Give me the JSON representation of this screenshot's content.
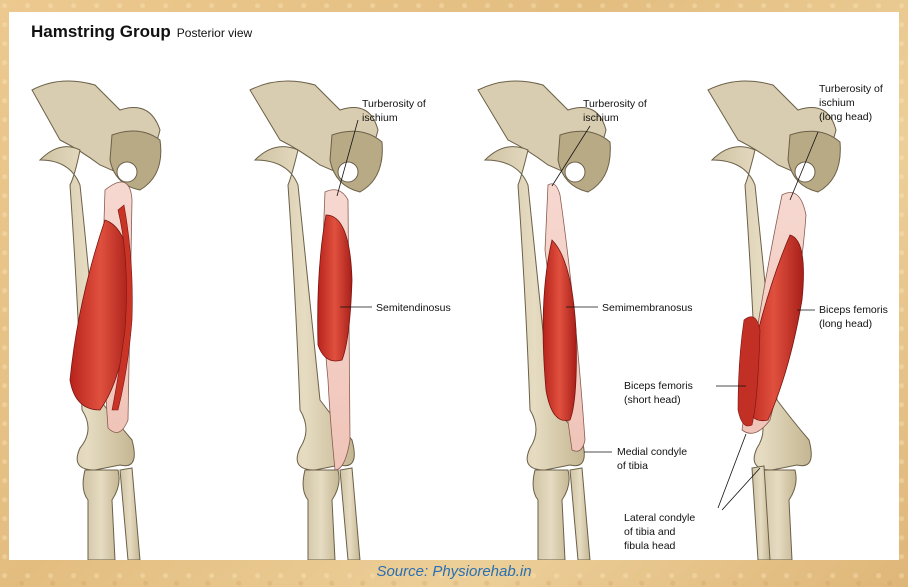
{
  "title": {
    "main": "Hamstring Group",
    "sub": "Posterior view"
  },
  "labels": {
    "leg2": {
      "turberosity_line1": "Turberosity of",
      "turberosity_line2": "ischium",
      "muscle": "Semitendinosus"
    },
    "leg3": {
      "turberosity_line1": "Turberosity of",
      "turberosity_line2": "ischium",
      "muscle": "Semimembranosus",
      "condyle_line1": "Medial condyle",
      "condyle_line2": "of tibia"
    },
    "leg4": {
      "turberosity_line1": "Turberosity of",
      "turberosity_line2": "ischium",
      "turberosity_line3": "(long head)",
      "long_head_line1": "Biceps femoris",
      "long_head_line2": "(long head)",
      "short_head_line1": "Biceps femoris",
      "short_head_line2": "(short head)",
      "lateral_line1": "Lateral condyle",
      "lateral_line2": "of tibia and",
      "lateral_line3": "fibula head"
    }
  },
  "source": "Source: Physiorehab.in",
  "colors": {
    "muscle": "#d9473a",
    "tendon": "#f4d2c8",
    "bone": "#e1d7bc",
    "background": "#e8c48a",
    "source_text": "#2a6fb3"
  }
}
